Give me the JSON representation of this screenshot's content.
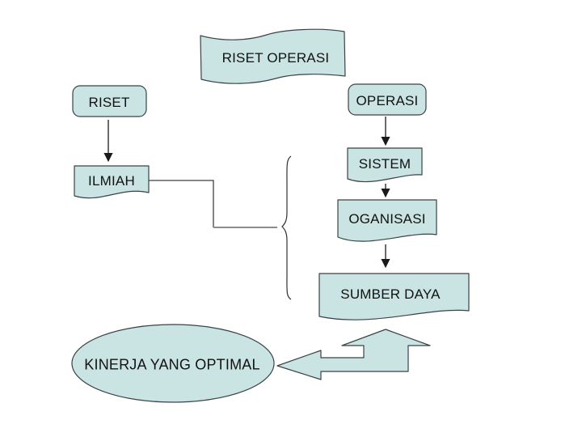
{
  "slide": {
    "background": "#ffffff",
    "title": "RISET OPERASI"
  },
  "colors": {
    "shape_fill": "#c9e4e2",
    "shape_stroke": "#3b4248",
    "text": "#121212",
    "connector_dark": "#3f3f3f",
    "connector_light": "#8c8c8c"
  },
  "diagram": {
    "banner": {
      "label": "RISET OPERASI",
      "shape": "wave-banner"
    },
    "nodes": {
      "riset": {
        "label": "RISET",
        "shape": "rounded-rectangle"
      },
      "operasi": {
        "label": "OPERASI",
        "shape": "rounded-rectangle"
      },
      "ilmiah": {
        "label": "ILMIAH",
        "shape": "document"
      },
      "sistem": {
        "label": "SISTEM",
        "shape": "document"
      },
      "oganisasi": {
        "label": "OGANISASI",
        "shape": "document"
      },
      "sumber_daya": {
        "label": "SUMBER DAYA",
        "shape": "document"
      },
      "kinerja": {
        "label": "KINERJA YANG OPTIMAL",
        "shape": "ellipse"
      }
    },
    "edges": [
      {
        "from": "riset",
        "to": "ilmiah",
        "type": "straight-arrow"
      },
      {
        "from": "operasi",
        "to": "sistem",
        "type": "straight-arrow"
      },
      {
        "from": "sistem",
        "to": "oganisasi",
        "type": "straight-arrow"
      },
      {
        "from": "oganisasi",
        "to": "sumber_daya",
        "type": "straight-arrow"
      },
      {
        "from": "ilmiah",
        "to": "left-brace",
        "type": "elbow-connector"
      },
      {
        "from": "sumber_daya",
        "to": "kinerja",
        "type": "left-up-block-arrow"
      }
    ]
  }
}
